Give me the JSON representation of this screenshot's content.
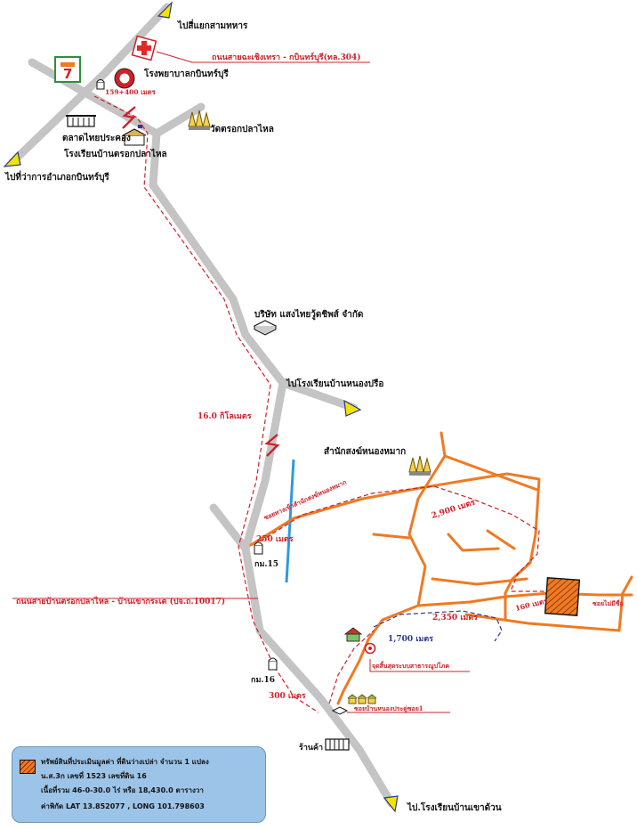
{
  "labels": {
    "to_samyaek": "ไปสี่แยกสามทหาร",
    "highway_304": "ถนนสายฉะเชิงเทรา - กบินทร์บุรี(ทล.304)",
    "hospital": "โรงพยาบาลกบินทร์บุรี",
    "km_159": "159+400 เมตร",
    "temple_1": "วัดตรอกปลาไหล",
    "market": "ตลาดไทยประคอง",
    "school_1": "โรงเรียนบ้านตรอกปลาไหล",
    "to_district": "ไปที่ว่าการอำเภอกบินทร์บุรี",
    "company": "บริษัท แสงไทยวู้ดชิพส์ จำกัด",
    "to_school_2": "ไปโรงเรียนบ้านหนองปรือ",
    "distance_16km": "16.0 กิโลเมตร",
    "monastery": "สำนักสงฆ์หนองหมาก",
    "soi_monastery": "ซอยทางเข้าสำนักสงฆ์หนองหมาก",
    "dist_2900": "2,900 เมตร",
    "dist_250": "250 เมตร",
    "km_15": "กม.15",
    "road_10017": "ถนนสายบ้านตรอกปลาไหล - บ้านเขากระเต (ปจ.ถ.10017)",
    "dist_160": "160 เมตร",
    "soi_end": "ซอยไม่มีชื่อ",
    "dist_2350": "2,350 เมตร",
    "dist_1700": "1,700 เมตร",
    "water_tank": "จุดสิ้นสุดระบบสาธารณูปโภค",
    "km_16": "กม.16",
    "dist_300": "300 เมตร",
    "soi_1": "ซอยบ้านหนองประดู่ซอย1",
    "shop": "ร้านค้า",
    "to_school_3": "ไป.โรงเรียนบ้านเขาด้วน"
  },
  "legend": {
    "line1": "ทรัพย์สินที่ประเมินมูลค่า ที่ดินว่างเปล่า จำนวน 1 แปลง",
    "line2": "น.ส.3ก เลขที่ 1523 เลขที่ดิน 16",
    "line3": "เนื้อที่รวม 46-0-30.0 ไร่ หรือ 18,430.0 ตารางวา",
    "line4": "ค่าพิกัด LAT 13.852077 , LONG 101.798603"
  },
  "colors": {
    "main_road": "#c4c4c4",
    "local_road": "#ef7a22",
    "route": "#d0202a",
    "route_alt": "#2b3a8a",
    "canal": "#2e9be0",
    "legend_bg": "#9cc4e8"
  },
  "icons": [
    "seven-eleven-icon",
    "hospital-cross-icon",
    "gas-station-icon",
    "building-icon",
    "school-icon",
    "temple-icon",
    "factory-icon",
    "milestone-icon",
    "house-icon",
    "water-point-icon",
    "lightning-icon",
    "parcel-icon",
    "shop-icon"
  ]
}
